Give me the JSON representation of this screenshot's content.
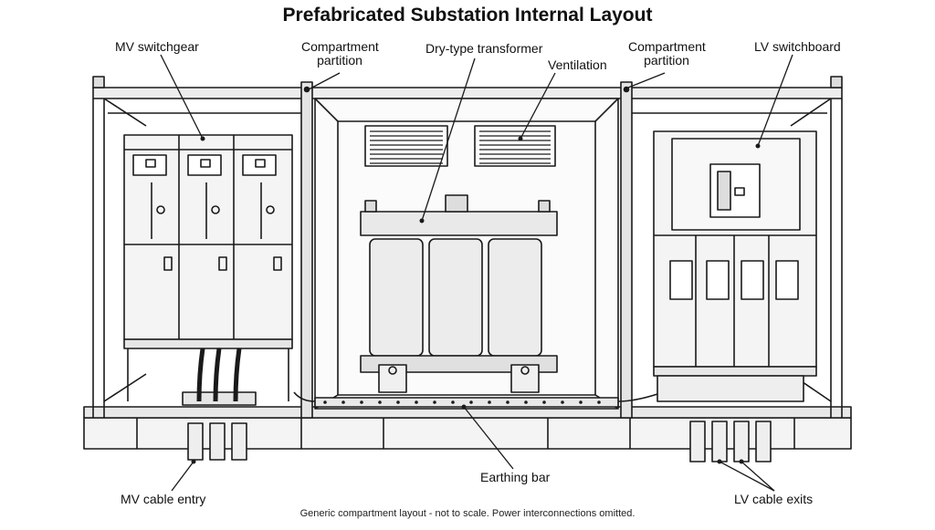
{
  "title": "Prefabricated Substation Internal Layout",
  "labels": {
    "mv_switchgear": "MV switchgear",
    "compartment_partition_left_1": "Compartment",
    "compartment_partition_left_2": "partition",
    "dry_type_transformer": "Dry-type transformer",
    "ventilation": "Ventilation",
    "compartment_partition_right_1": "Compartment",
    "compartment_partition_right_2": "partition",
    "lv_switchboard": "LV switchboard",
    "earthing_bar": "Earthing bar",
    "mv_cable_entry": "MV cable entry",
    "lv_cable_exits": "LV cable exits"
  },
  "footnote": "Generic compartment layout - not to scale. Power interconnections omitted.",
  "colors": {
    "stroke": "#1a1a1a",
    "panel": "#f2f2f2",
    "metal": "#e6e6e6",
    "coil": "#ececec"
  }
}
